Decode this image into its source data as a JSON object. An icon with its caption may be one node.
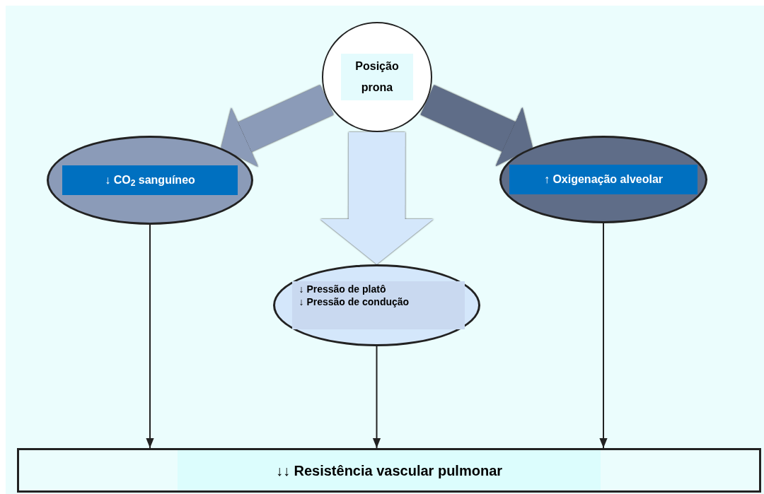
{
  "diagram": {
    "nodes": [
      {
        "text": [
          "Posição prona"
        ]
      },
      {
        "text": [
          "↓ CO$_{2}$ sanguíneo"
        ]
      },
      {
        "text": [
          "↑ Oxigenação alveolar"
        ]
      },
      {
        "text": [
          "↓ Pressão de platô",
          "↓ Pressão de condução"
        ]
      },
      {
        "text": [
          "↓↓ Resistência vascular pulmonar"
        ]
      }
    ],
    "edges": [
      {
        "from": 0,
        "to": 1,
        "arrow": "to",
        "style": "thick",
        "color": "#8b9bb8"
      },
      {
        "from": 0,
        "to": 3,
        "arrow": "to",
        "style": "thick",
        "color": "#d4e7fb"
      },
      {
        "from": 0,
        "to": 2,
        "arrow": "to",
        "style": "thick",
        "color": "#5f6d88"
      },
      {
        "from": 1,
        "to": 4,
        "arrow": "to"
      },
      {
        "from": 3,
        "to": 4,
        "arrow": "to"
      },
      {
        "from": 2,
        "to": 4,
        "arrow": "to"
      }
    ]
  }
}
